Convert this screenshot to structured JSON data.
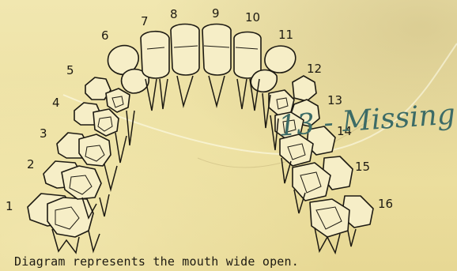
{
  "figure": {
    "tooth_numbers": [
      "1",
      "2",
      "3",
      "4",
      "5",
      "6",
      "7",
      "8",
      "9",
      "10",
      "11",
      "12",
      "13",
      "14",
      "15",
      "16"
    ],
    "handwritten_note": "13 - Missing",
    "caption": "Diagram represents the mouth wide open."
  },
  "colors": {
    "paper": "#efe3a6",
    "ink": "#1d1a12",
    "handwriting": "#3c6b66"
  }
}
